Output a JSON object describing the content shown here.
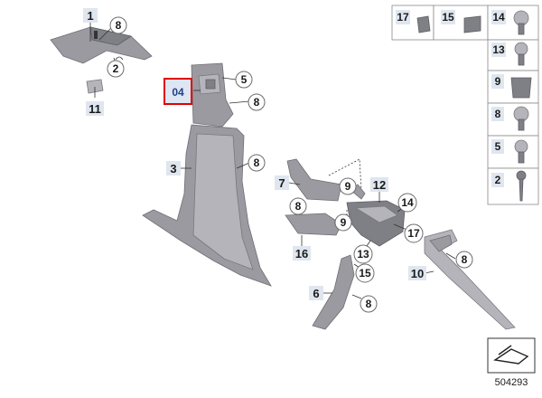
{
  "callouts": {
    "c1": "1",
    "c8a": "8",
    "c2": "2",
    "c11": "11",
    "c04": "04",
    "c5": "5",
    "c8b": "8",
    "c3": "3",
    "c8c": "8",
    "c7": "7",
    "c9a": "9",
    "c12": "12",
    "c14": "14",
    "c8d": "8",
    "c9b": "9",
    "c16": "16",
    "c13": "13",
    "c17": "17",
    "c15": "15",
    "c6": "6",
    "c8e": "8",
    "c10": "10",
    "c8f": "8"
  },
  "highlighted_callout": "04",
  "fastener_grid": {
    "top_row": [
      "17",
      "15",
      "14"
    ],
    "right_column": [
      "13",
      "9",
      "8",
      "5",
      "2"
    ]
  },
  "diagram_number": "504293",
  "colors": {
    "part_fill": "#9a9aa0",
    "highlight_border": "#e00000",
    "highlight_fill": "#dde6f2",
    "callout_text": "#1a1a1a"
  }
}
